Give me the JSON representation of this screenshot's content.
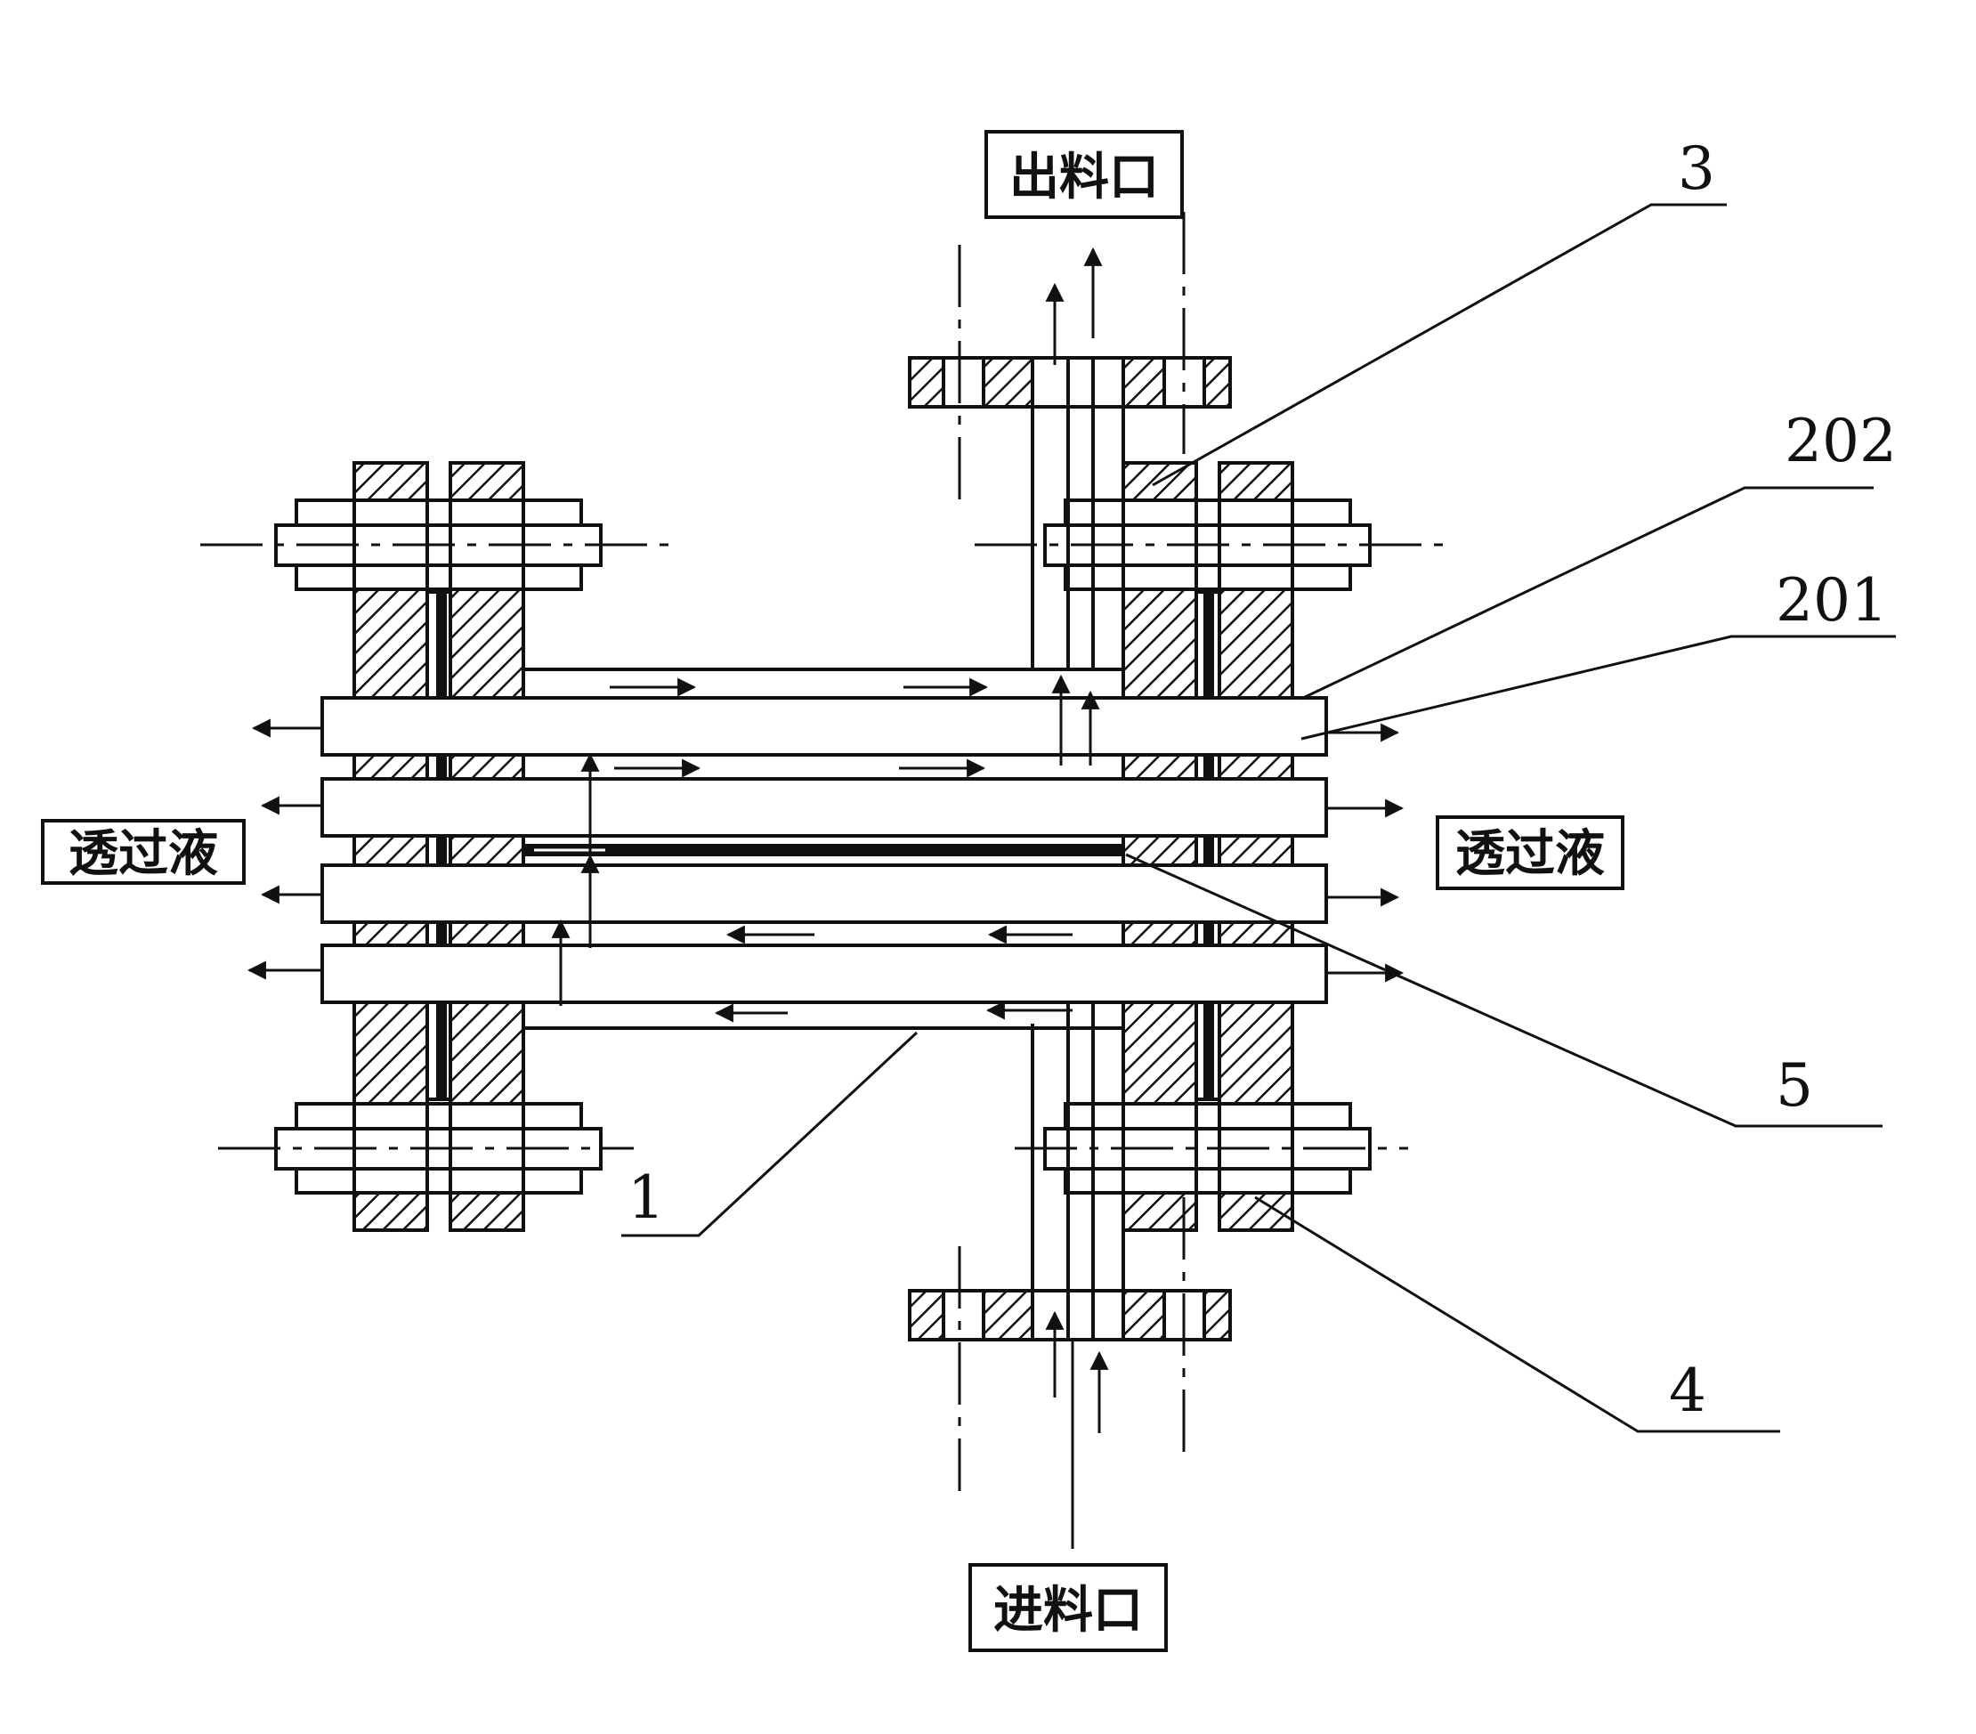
{
  "labels": {
    "outlet": "出料口",
    "inlet": "进料口",
    "permeate_left": "透过液",
    "permeate_right": "透过液"
  },
  "callouts": {
    "c1": "1",
    "c3": "3",
    "c4": "4",
    "c5": "5",
    "c201": "201",
    "c202": "202"
  },
  "colors": {
    "line": "#111111",
    "background": "#ffffff"
  }
}
